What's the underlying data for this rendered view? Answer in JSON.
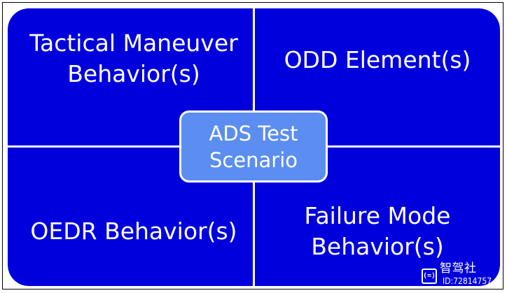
{
  "diagram": {
    "center_label": "ADS Test\nScenario",
    "quadrants": {
      "top_left": "Tactical Maneuver\nBehavior(s)",
      "top_right": "ODD Element(s)",
      "bottom_left": "OEDR Behavior(s)",
      "bottom_right": "Failure Mode\nBehavior(s)"
    },
    "colors": {
      "quadrant_fill": "#0000dd",
      "center_fill": "#5b8ef0",
      "text": "#ffffff"
    }
  },
  "watermark": {
    "icon": "robot-face-icon",
    "title": "智驾社",
    "id_text": "ID:72814757"
  }
}
